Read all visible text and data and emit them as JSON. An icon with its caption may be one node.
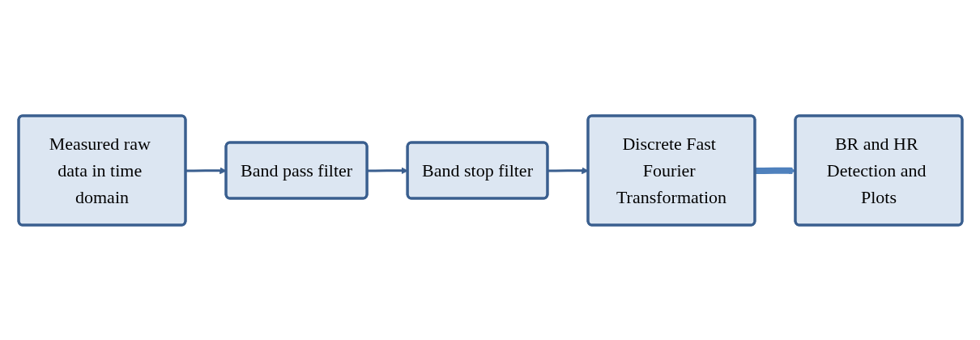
{
  "diagram": {
    "nodes": [
      {
        "text": [
          "Measured raw data in time domain"
        ]
      },
      {
        "text": [
          "Band pass filter"
        ]
      },
      {
        "text": [
          "Band stop filter"
        ]
      },
      {
        "text": [
          "Discrete Fast Fourier Transformation"
        ]
      },
      {
        "text": [
          "BR and HR Detection and Plots"
        ]
      }
    ],
    "edges": [
      {
        "from": 0,
        "to": 1,
        "arrow": "to"
      },
      {
        "from": 1,
        "to": 2,
        "arrow": "to"
      },
      {
        "from": 2,
        "to": 3,
        "arrow": "to"
      },
      {
        "from": 3,
        "to": 4,
        "arrow": "to",
        "style": "thick",
        "color": "#4f81bd"
      }
    ]
  }
}
